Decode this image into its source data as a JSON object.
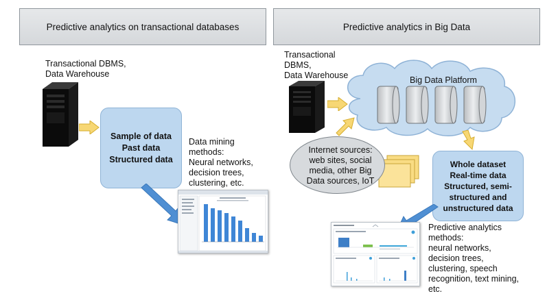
{
  "left_panel": {
    "header": "Predictive analytics on transactional databases",
    "source_label": "Transactional DBMS,\nData Warehouse",
    "sample_box": [
      "Sample of data",
      "Past data",
      "Structured data"
    ],
    "methods_label": "Data mining\nmethods:\nNeural networks,\ndecision trees,\nclustering, etc."
  },
  "right_panel": {
    "header": "Predictive analytics in Big Data",
    "source_label": "Transactional\nDBMS,\nData Warehouse",
    "platform_label": "Big Data Platform",
    "internet_label": "Internet sources:\nweb sites, social\nmedia, other Big\nData sources, IoT",
    "dataset_box": [
      "Whole dataset",
      "Real-time data",
      "Structured, semi-",
      "structured and",
      "unstructured data"
    ],
    "methods_label": "Predictive analytics\nmethods:\nneural networks,\ndecision trees,\nclustering, speech\nrecognition, text mining,\netc."
  },
  "colors": {
    "header_bg": "#dcdfe2",
    "box_blue": "#bdd7ef",
    "cloud_blue": "#c6dcf0",
    "arrow_yellow": "#f7d774",
    "arrow_blue": "#4f8fd3",
    "internet_oval": "#d7dadd"
  },
  "icons": [
    "server-tower-icon",
    "database-cylinder-icon",
    "document-stack-icon",
    "cloud-icon"
  ]
}
